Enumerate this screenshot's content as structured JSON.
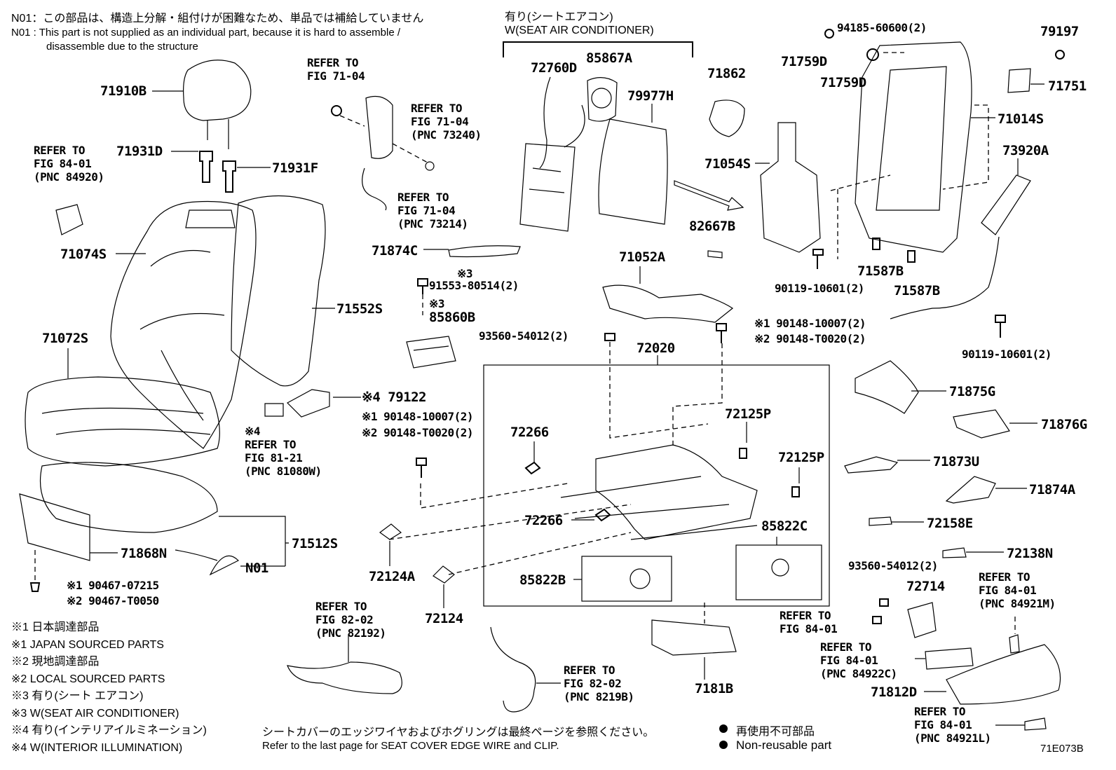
{
  "notes": {
    "n01_jp": "N01：この部品は、構造上分解・組付けが困難なため、単品では補給していません",
    "n01_en_1": "N01 : This part is not supplied as an individual part, because it is hard to assemble /",
    "n01_en_2": "disassemble due to the structure",
    "seat_ac_jp": "有り(シートエアコン)",
    "seat_ac_en": "W(SEAT AIR CONDITIONER)",
    "edge_wire_jp": "シートカバーのエッジワイヤおよびホグリングは最終ページを参照ください。",
    "edge_wire_en": "Refer to the last page for SEAT COVER EDGE WIRE and CLIP.",
    "nonreuse_jp": "再使用不可部品",
    "nonreuse_en": "Non-reusable part",
    "figure_code": "71E073B"
  },
  "legend": [
    "※1 日本調達部品",
    "※1  JAPAN SOURCED PARTS",
    "※2 現地調達部品",
    "※2  LOCAL SOURCED PARTS",
    "※3 有り(シート エアコン)",
    "※3 W(SEAT AIR CONDITIONER)",
    "※4 有り(インテリアイルミネーション)",
    "※4  W(INTERIOR ILLUMINATION)"
  ],
  "parts": {
    "p71910B": "71910B",
    "p71931D": "71931D",
    "p71931F": "71931F",
    "p71074S": "71074S",
    "p71072S": "71072S",
    "p71552S": "71552S",
    "p79122": "※4 79122",
    "p71868N": "71868N",
    "p71512S": "71512S",
    "pN01": "N01",
    "p90467a": "※1 90467-07215",
    "p90467b": "※2 90467-T0050",
    "p71874C": "71874C",
    "p91553": "91553-80514(2)",
    "p91553mark": "※3",
    "p85860B": "85860B",
    "p85860Bmark": "※3",
    "p93560a": "93560-54012(2)",
    "p90148a1": "※1 90148-10007(2)",
    "p90148a2": "※2 90148-T0020(2)",
    "p72760D": "72760D",
    "p85867A": "85867A",
    "p79977H": "79977H",
    "p71862": "71862",
    "p71759D1": "71759D",
    "p71759D2": "71759D",
    "p71054S": "71054S",
    "p82667B": "82667B",
    "p71052A": "71052A",
    "p90148b1": "※1 90148-10007(2)",
    "p90148b2": "※2 90148-T0020(2)",
    "p72020": "72020",
    "p72266a": "72266",
    "p72266b": "72266",
    "p72125Pa": "72125P",
    "p72125Pb": "72125P",
    "p85822C": "85822C",
    "p85822B": "85822B",
    "p72124A": "72124A",
    "p72124": "72124",
    "p7181B": "7181B",
    "p94185": "94185-60600(2)",
    "p79197": "79197",
    "p71751": "71751",
    "p71014S": "71014S",
    "p73920A": "73920A",
    "p90119a": "90119-10601(2)",
    "p71587Ba": "71587B",
    "p71587Bb": "71587B",
    "p90119b": "90119-10601(2)",
    "p71875G": "71875G",
    "p71876G": "71876G",
    "p71873U": "71873U",
    "p71874A": "71874A",
    "p72158E": "72158E",
    "p72138N": "72138N",
    "p93560b": "93560-54012(2)",
    "p72714": "72714",
    "p71812D": "71812D"
  },
  "refs": {
    "r_fig84_84920": "REFER TO\nFIG 84-01\n(PNC 84920)",
    "r_fig71_a": "REFER TO\nFIG 71-04",
    "r_fig71_73240": "REFER TO\nFIG 71-04\n(PNC 73240)",
    "r_fig71_73214": "REFER TO\nFIG 71-04\n(PNC 73214)",
    "r_fig81_81080W": "※4\nREFER TO\nFIG 81-21\n(PNC 81080W)",
    "r_fig82_82192": "REFER TO\nFIG 82-02\n(PNC 82192)",
    "r_fig82_8219B": "REFER TO\nFIG 82-02\n(PNC 8219B)",
    "r_fig84_plain": "REFER TO\nFIG 84-01",
    "r_fig84_84922C": "REFER TO\nFIG 84-01\n(PNC 84922C)",
    "r_fig84_84921M": "REFER TO\nFIG 84-01\n(PNC 84921M)",
    "r_fig84_84921L": "REFER TO\nFIG 84-01\n(PNC 84921L)"
  }
}
